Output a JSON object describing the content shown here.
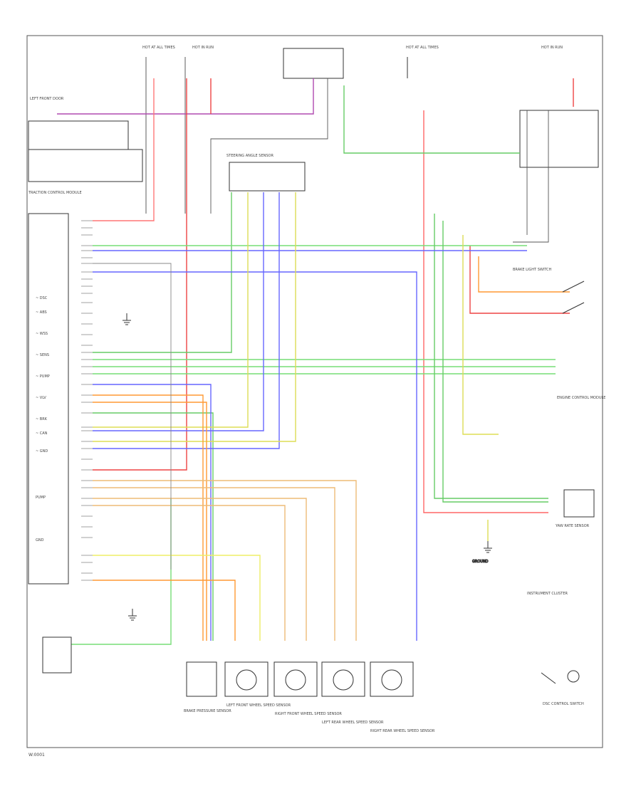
{
  "diagram": {
    "footer_code": "W:0001",
    "fuse_labels": [
      "HOT AT ALL TIMES",
      "HOT IN RUN",
      "HOT AT ALL TIMES",
      "HOT IN RUN"
    ],
    "components": {
      "lf_door": "LEFT FRONT DOOR",
      "control_module": "TRACTION CONTROL MODULE",
      "steering_sensor": "STEERING ANGLE SENSOR",
      "brake_switch": "BRAKE LIGHT SWITCH",
      "yaw_sensor": "YAW RATE SENSOR",
      "wheel_lf": "LEFT FRONT WHEEL SPEED SENSOR",
      "wheel_rf": "RIGHT FRONT WHEEL SPEED SENSOR",
      "wheel_lr": "LEFT REAR WHEEL SPEED SENSOR",
      "wheel_rr": "RIGHT REAR WHEEL SPEED SENSOR",
      "brake_pressure": "BRAKE PRESSURE SENSOR",
      "dsc_switch": "DSC CONTROL SWITCH",
      "engine_module": "ENGINE CONTROL MODULE",
      "instrument": "INSTRUMENT CLUSTER",
      "ground": "GROUND"
    }
  }
}
